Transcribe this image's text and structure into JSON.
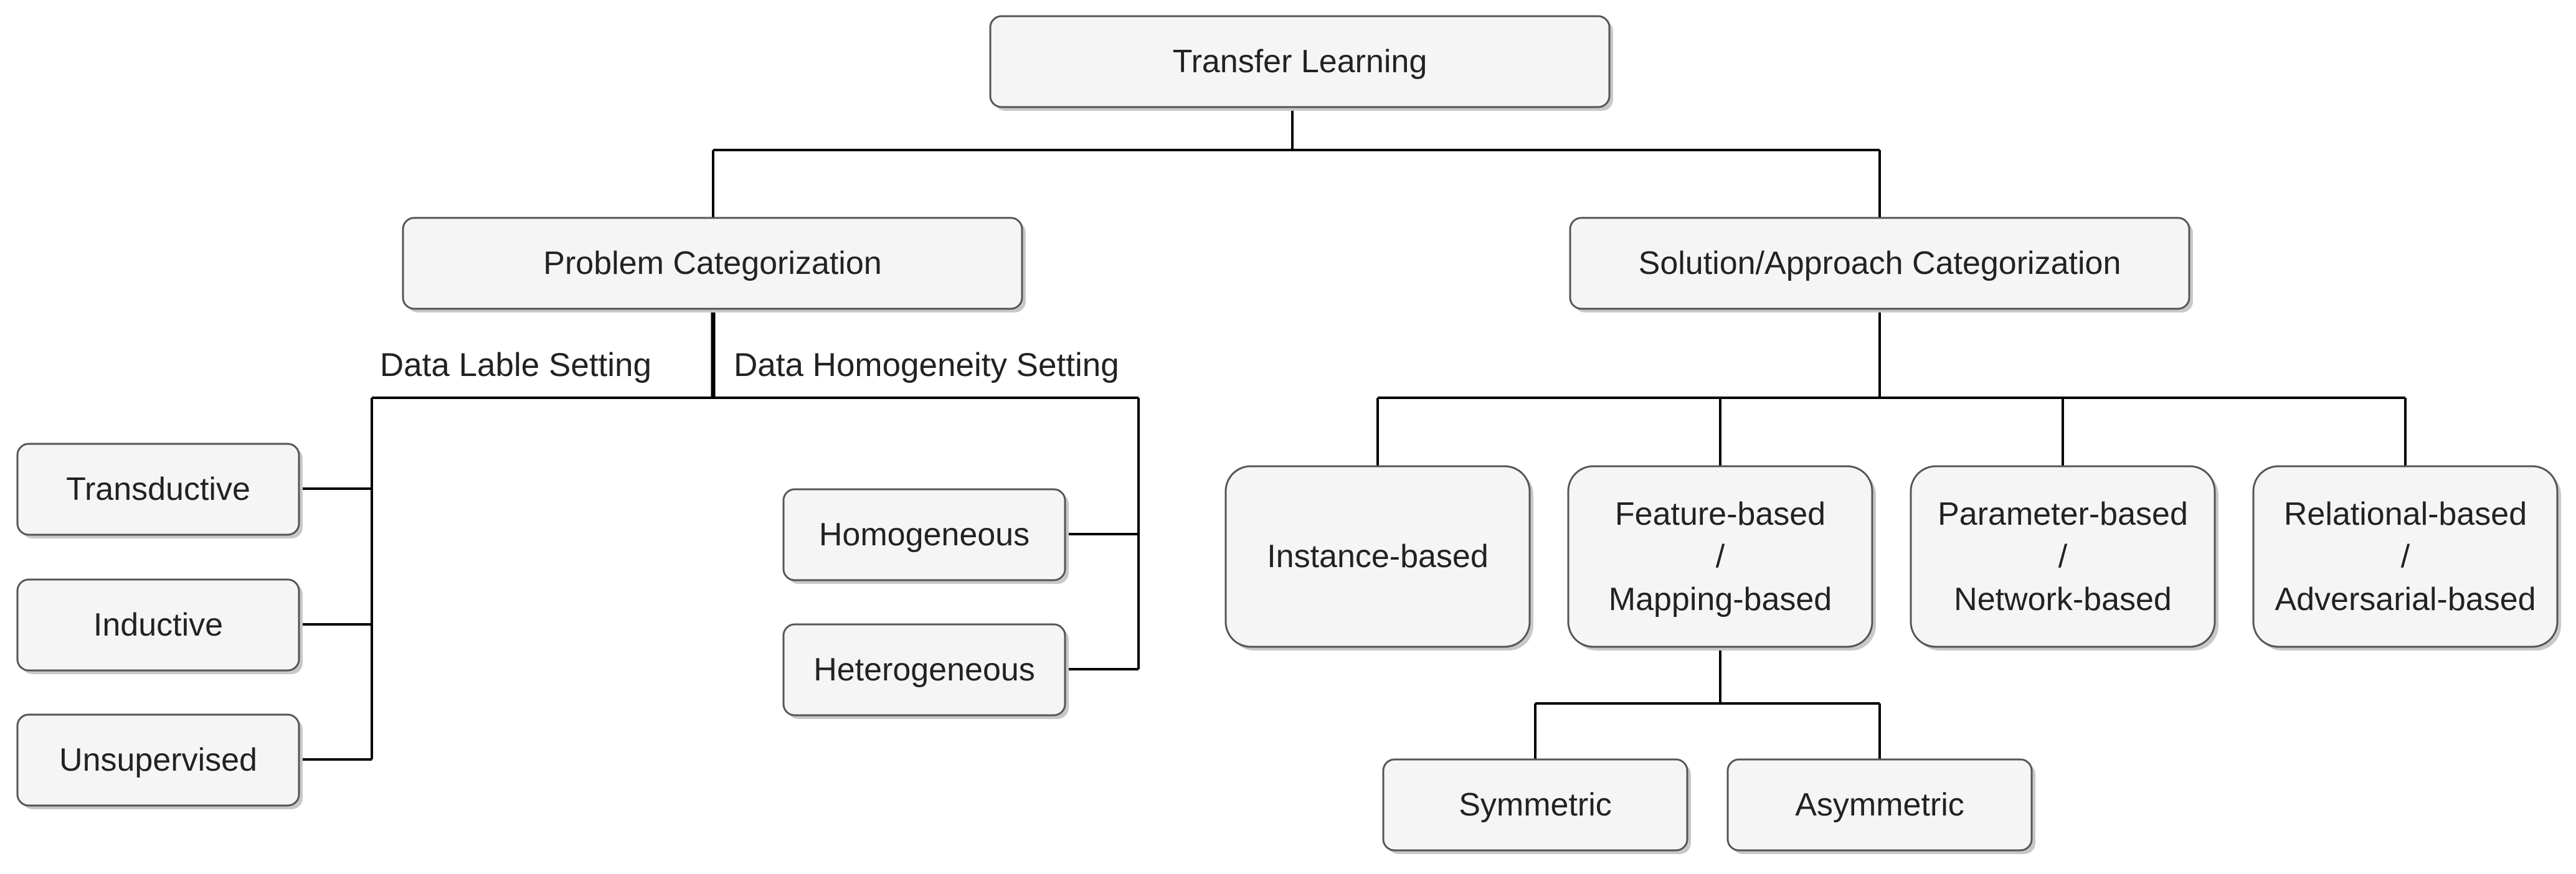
{
  "diagram": {
    "root": "Transfer Learning",
    "problem": {
      "label": "Problem Categorization",
      "data_label_setting": "Data Lable Setting",
      "data_homogeneity_setting": "Data Homogeneity Setting",
      "transductive": "Transductive",
      "inductive": "Inductive",
      "unsupervised": "Unsupervised",
      "homogeneous": "Homogeneous",
      "heterogeneous": "Heterogeneous"
    },
    "solution": {
      "label": "Solution/Approach Categorization",
      "instance": "Instance-based",
      "feature": {
        "line1": "Feature-based",
        "line2": "/",
        "line3": "Mapping-based"
      },
      "parameter": {
        "line1": "Parameter-based",
        "line2": "/",
        "line3": "Network-based"
      },
      "relational": {
        "line1": "Relational-based",
        "line2": "/",
        "line3": "Adversarial-based"
      },
      "symmetric": "Symmetric",
      "asymmetric": "Asymmetric"
    }
  }
}
